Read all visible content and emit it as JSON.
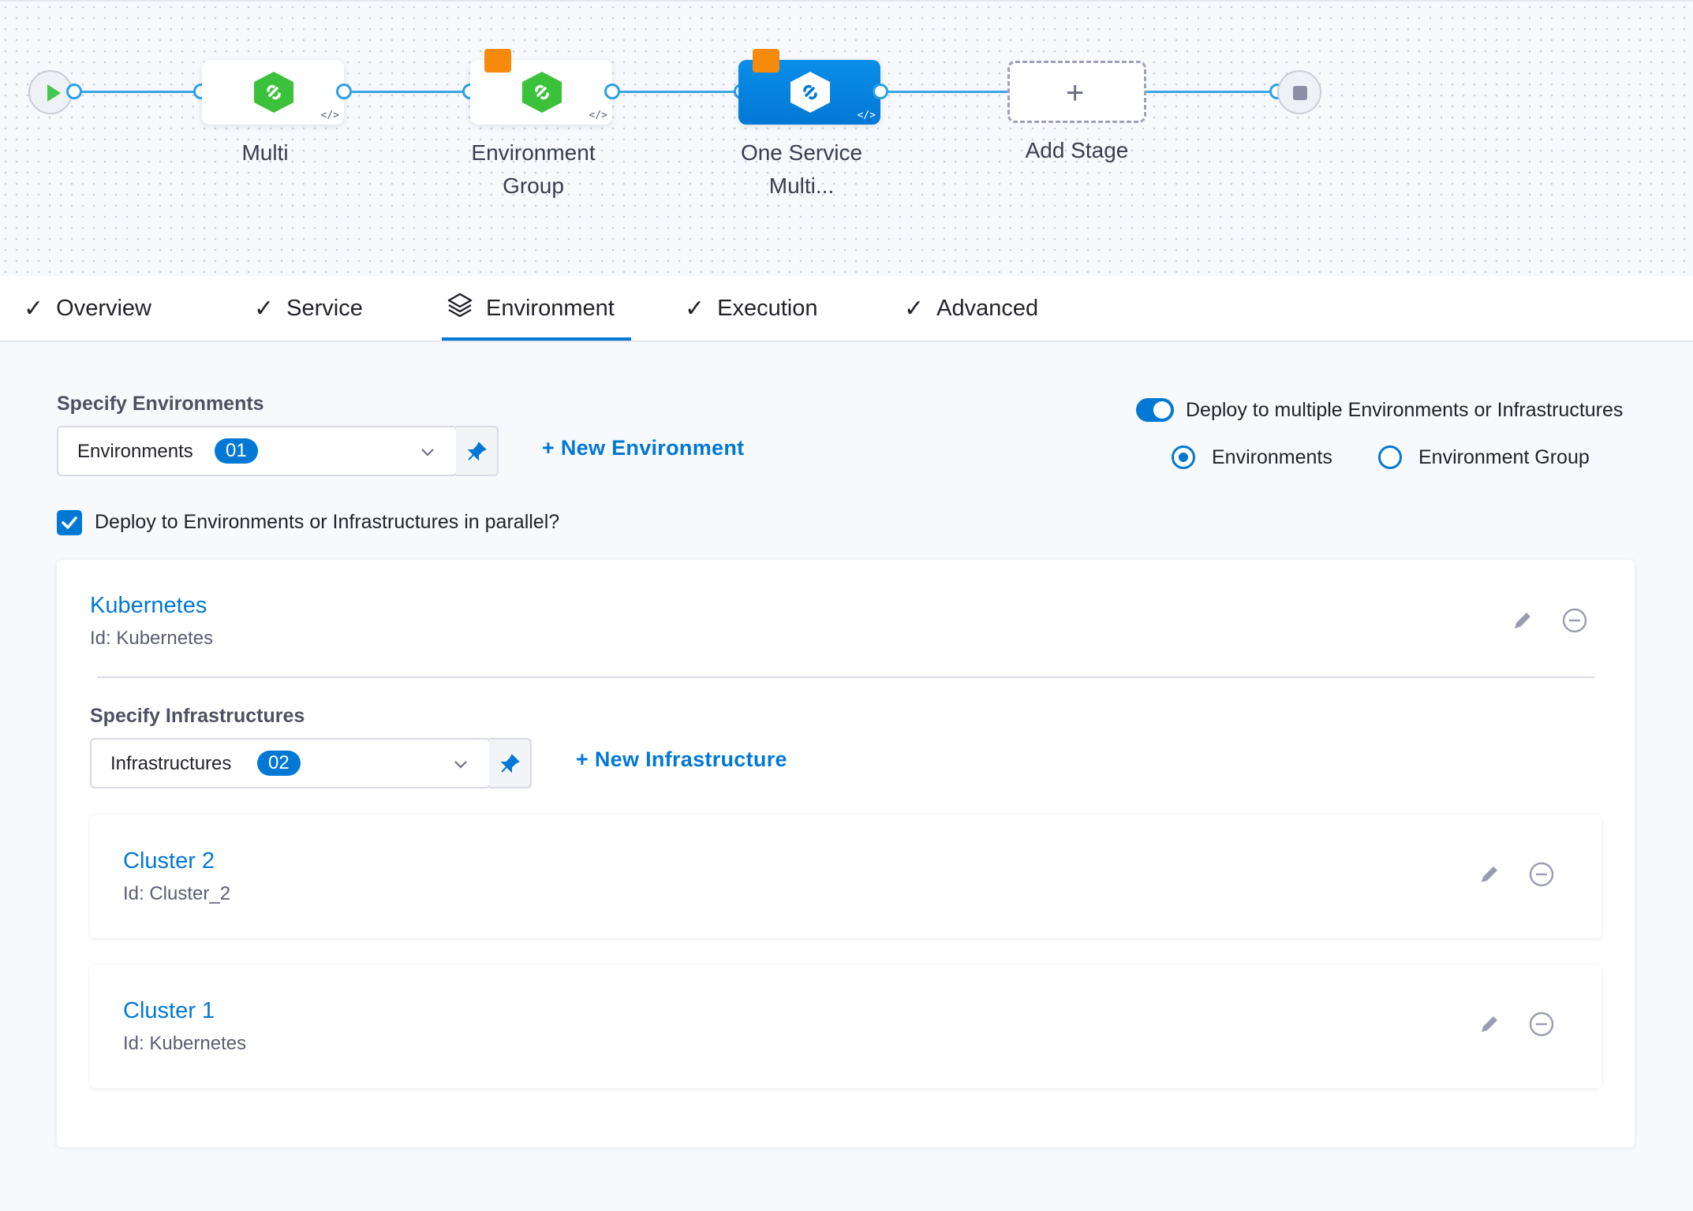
{
  "pipeline": {
    "stages": [
      {
        "label_line1": "Multi",
        "label_line2": "",
        "code_icon": "</>"
      },
      {
        "label_line1": "Environment",
        "label_line2": "Group",
        "code_icon": "</>"
      },
      {
        "label_line1": "One Service",
        "label_line2": "Multi...",
        "code_icon": "</>"
      }
    ],
    "add_stage_label": "Add Stage",
    "add_stage_icon": "+"
  },
  "tabs": [
    {
      "label": "Overview",
      "icon": "check-icon"
    },
    {
      "label": "Service",
      "icon": "check-icon"
    },
    {
      "label": "Environment",
      "icon": "environment-icon"
    },
    {
      "label": "Execution",
      "icon": "check-icon"
    },
    {
      "label": "Advanced",
      "icon": "check-icon"
    }
  ],
  "active_tab": "Environment",
  "environments": {
    "section_label": "Specify Environments",
    "select_text": "Environments",
    "count": "01",
    "new_link": "+ New Environment",
    "multi_toggle_label": "Deploy to multiple Environments or Infrastructures",
    "radio_environments": "Environments",
    "radio_group": "Environment Group",
    "parallel_label": "Deploy to Environments or Infrastructures in parallel?"
  },
  "environment_card": {
    "title": "Kubernetes",
    "id": "Id: Kubernetes",
    "infra_label": "Specify Infrastructures",
    "infra_select_text": "Infrastructures",
    "infra_count": "02",
    "new_infra_link": "+ New Infrastructure",
    "infrastructures": [
      {
        "title": "Cluster 2",
        "id": "Id: Cluster_2"
      },
      {
        "title": "Cluster 1",
        "id": "Id: Kubernetes"
      }
    ]
  },
  "colors": {
    "accent": "#0278d5",
    "stage_green": "#3cc13b",
    "badge_orange": "#f58a0d"
  }
}
